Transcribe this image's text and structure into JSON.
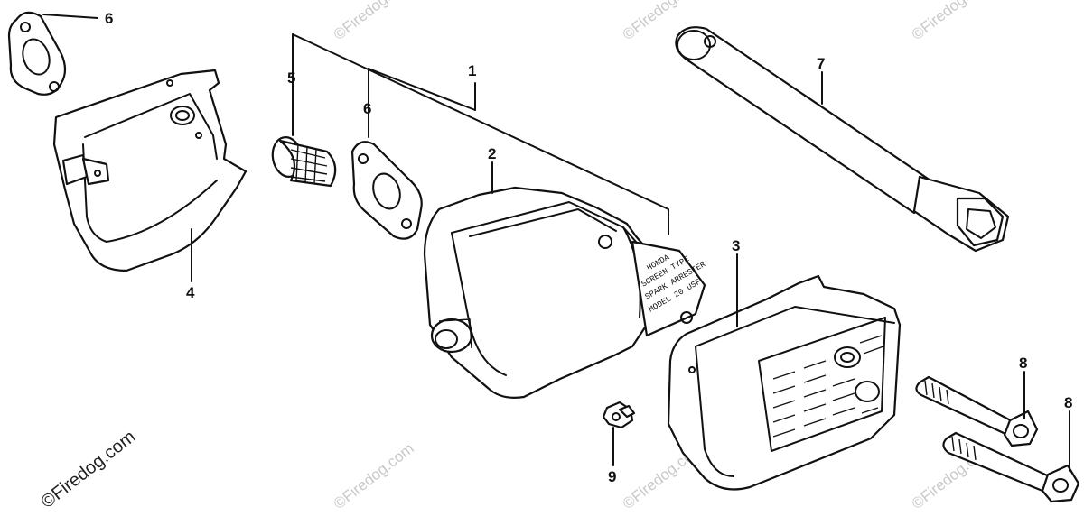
{
  "watermark": "©Firedog.com",
  "callouts": [
    {
      "id": "1",
      "label": "1"
    },
    {
      "id": "2",
      "label": "2"
    },
    {
      "id": "3",
      "label": "3"
    },
    {
      "id": "4",
      "label": "4"
    },
    {
      "id": "5",
      "label": "5"
    },
    {
      "id": "6a",
      "label": "6"
    },
    {
      "id": "6b",
      "label": "6"
    },
    {
      "id": "7",
      "label": "7"
    },
    {
      "id": "8a",
      "label": "8"
    },
    {
      "id": "8b",
      "label": "8"
    },
    {
      "id": "9",
      "label": "9"
    }
  ],
  "muffler_plate": {
    "line1": "HONDA",
    "line2": "SCREEN TYPE",
    "line3": "SPARK ARRESTER",
    "line4": "MODEL 20 USF"
  }
}
